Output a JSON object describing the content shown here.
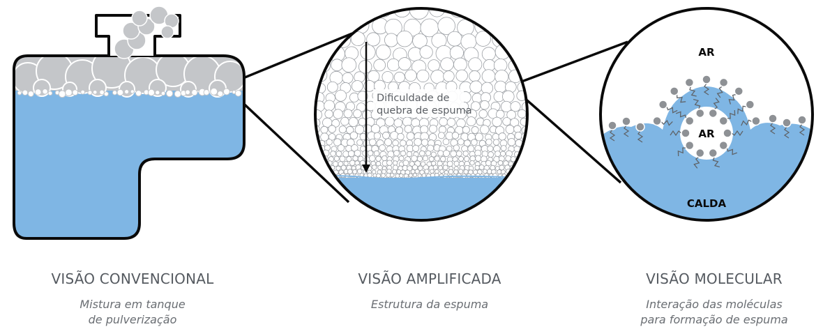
{
  "colors": {
    "liquid": "#7fb6e4",
    "foam": "#c4c6c9",
    "outline": "#0a0a0a",
    "text": "#555a60",
    "molecule_head": "#8e9195"
  },
  "labels": {
    "difficulty": [
      "Dificuldade de",
      "quebra de espuma"
    ],
    "air_top": "AR",
    "air_bubble": "AR",
    "liquid": "CALDA"
  },
  "captions": [
    {
      "title": "VISÃO CONVENCIONAL",
      "subtitle": "Mistura em tanque\nde pulverização"
    },
    {
      "title": "VISÃO AMPLIFICADA",
      "subtitle": "Estrutura da espuma"
    },
    {
      "title": "VISÃO MOLECULAR",
      "subtitle": "Interação das moléculas\npara formação de espuma"
    }
  ]
}
